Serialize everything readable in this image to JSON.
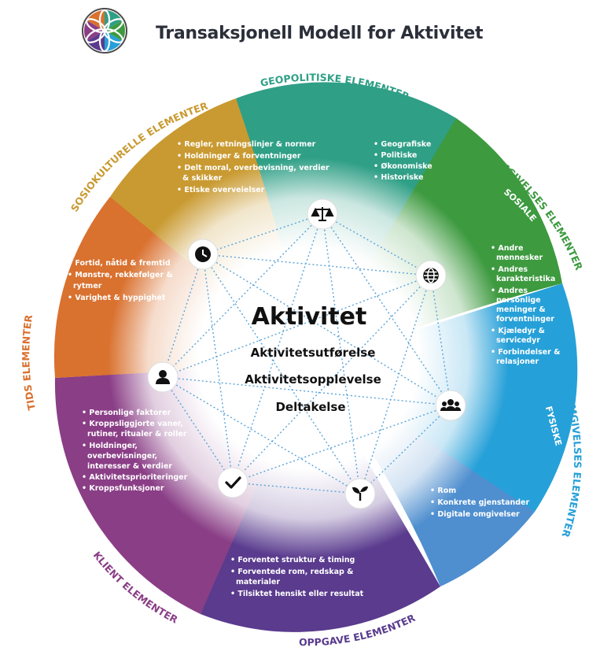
{
  "title": "Transaksjonell Modell for Aktivitet",
  "center": {
    "title": "Aktivitet",
    "lines": [
      "Aktivitetsutførelse",
      "Aktivitetsopplevelse",
      "Deltakelse"
    ]
  },
  "segments": {
    "geopolitiske": {
      "label": "GEOPOLITISKE ELEMENTER",
      "color": "#2f9f86",
      "items": [
        "Geografiske",
        "Politiske",
        "Økonomiske",
        "Historiske"
      ],
      "icon": "globe-icon"
    },
    "sosiokulturelle": {
      "label": "SOSIOKULTURELLE ELEMENTER",
      "color": "#c99a31",
      "items": [
        "Regler, retningslinjer & normer",
        "Holdninger & forventninger",
        "Delt moral, overbevisning, verdier",
        "& skikker",
        "Etiske overveielser"
      ],
      "icon": "scale-icon"
    },
    "tids": {
      "label": "TIDS ELEMENTER",
      "color": "#d9712f",
      "items": [
        "Fortid, nåtid & fremtid",
        "Mønstre, rekkefølger &",
        "rytmer",
        "Varighet & hyppighet"
      ],
      "icon": "clock-icon"
    },
    "klient": {
      "label": "KLIENT ELEMENTER",
      "color": "#8a3e86",
      "items": [
        "Personlige faktorer",
        "Kroppsliggjorte vaner,",
        "rutiner, ritualer & roller",
        "Holdninger,",
        "overbevisninger,",
        "interesser & verdier",
        "Aktivitetsprioriteringer",
        "Kroppsfunksjoner"
      ],
      "icon": "person-icon"
    },
    "oppgave": {
      "label": "OPPGAVE ELEMENTER",
      "color": "#5a3b8e",
      "items": [
        "Forventet struktur & timing",
        "Forventede rom, redskap &",
        "materialer",
        "Tilsiktet hensikt eller resultat"
      ],
      "icon": "check-icon"
    },
    "omgivelser": {
      "label": "OMGIVELSES ELEMENTER",
      "sosiale": {
        "label": "SOSIALE",
        "color": "#3d9a3f",
        "items": [
          "Andre",
          "mennesker",
          "Andres",
          "karakteristika",
          "Andres",
          "personlige",
          "meninger &",
          "forventninger",
          "Kjæledyr &",
          "servicedyr",
          "Forbindelser &",
          "relasjoner"
        ],
        "icon": "group-icon"
      },
      "fysiske": {
        "label": "FYSISKE",
        "color": "#26a0d8",
        "items": [
          "Rom",
          "Konkrete gjenstander",
          "Digitale omgivelser"
        ],
        "icon": "sprout-icon"
      }
    }
  },
  "colors": {
    "title_text": "#2b2f3a",
    "connector": "#5aa4d8",
    "center_text": "#111111"
  }
}
